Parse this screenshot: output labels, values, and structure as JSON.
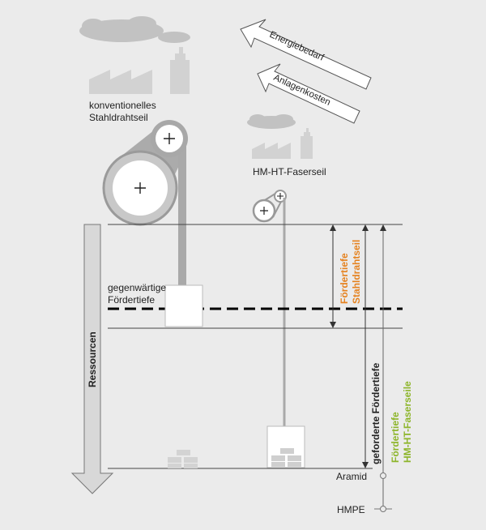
{
  "labels": {
    "conventional_rope_line1": "konventionelles",
    "conventional_rope_line2": "Stahldrahtseil",
    "fiber_rope": "HM-HT-Faserseil",
    "energy_demand": "Energiebedarf",
    "plant_costs": "Anlagenkosten",
    "current_depth_line1": "gegenwärtige",
    "current_depth_line2": "Fördertiefe",
    "resources": "Ressourcen",
    "steel_depth_line1": "Fördertiefe",
    "steel_depth_line2": "Stahldrahtseil",
    "required_depth": "geforderte Fördertiefe",
    "fiber_depth_line1": "Fördertiefe",
    "fiber_depth_line2": "HM-HT-Faserseile",
    "aramid": "Aramid",
    "hmpe": "HMPE"
  },
  "colors": {
    "background": "#ebebeb",
    "steel_depth": "#e5821f",
    "fiber_depth": "#8db52a",
    "line": "#404040",
    "rope": "#a9a9a9",
    "factory": "#d0d0d0",
    "cloud": "#c0c0c0"
  },
  "icons": [
    "cloud-icon",
    "factory-icon",
    "pulley-icon",
    "arrow-icon"
  ]
}
